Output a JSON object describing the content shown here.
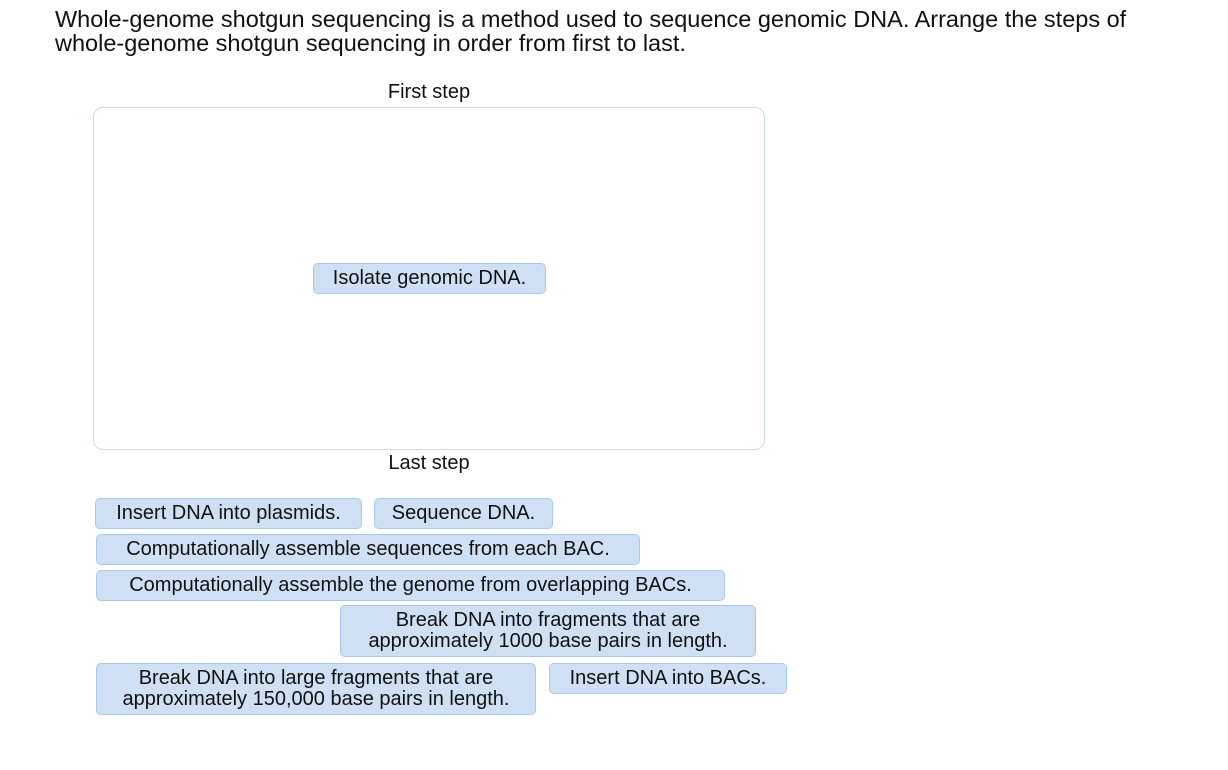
{
  "question": {
    "line1": "Whole-genome shotgun sequencing is a method used to sequence genomic DNA. Arrange the steps of",
    "line2": "whole-genome shotgun sequencing in order from first to last."
  },
  "labels": {
    "first": "First step",
    "last": "Last step"
  },
  "dropzone_items": [
    {
      "text": "Isolate genomic DNA."
    }
  ],
  "bank": [
    {
      "lines": [
        "Insert DNA into plasmids."
      ]
    },
    {
      "lines": [
        "Sequence DNA."
      ]
    },
    {
      "lines": [
        "Computationally assemble sequences from each BAC."
      ]
    },
    {
      "lines": [
        "Computationally assemble the genome from overlapping BACs."
      ]
    },
    {
      "lines": [
        "Break DNA into fragments that are",
        "approximately 1000 base pairs in length."
      ]
    },
    {
      "lines": [
        "Break DNA into large fragments that are",
        "approximately 150,000 base pairs in length."
      ]
    },
    {
      "lines": [
        "Insert DNA into BACs."
      ]
    }
  ],
  "colors": {
    "tile_fill": "#cfe0f5",
    "tile_border": "#a9c8ea",
    "dropzone_border": "#c9dbe9"
  }
}
